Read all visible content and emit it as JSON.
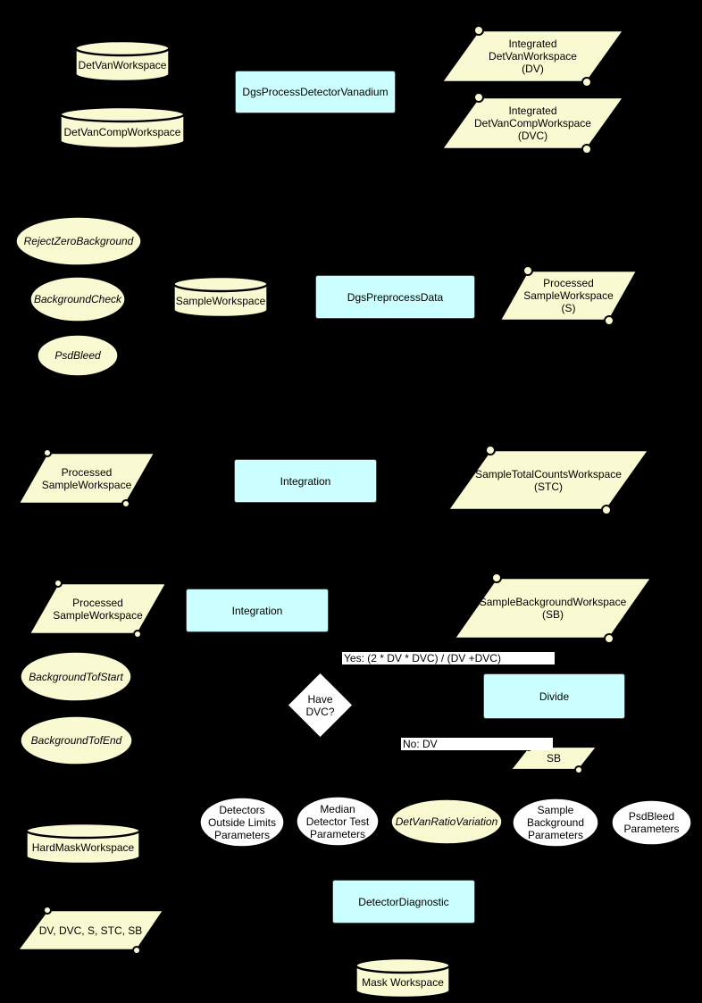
{
  "diagram": {
    "title_hint": "DGS detector diagnostics / data reduction flowchart",
    "background_color": "#000000",
    "colors": {
      "workspace_fill": "#FAFAD2",
      "process_fill": "#CCFFFF",
      "decision_fill": "#FFFFFF",
      "parameter_fill": "#FFFFFF",
      "stroke": "#000000",
      "edge_label_bg": "#FFFFFF"
    },
    "nodes": {
      "det_van_ws": {
        "type": "cylinder",
        "label": "DetVanWorkspace"
      },
      "det_van_comp_ws": {
        "type": "cylinder",
        "label": "DetVanCompWorkspace"
      },
      "dgs_process_det_van": {
        "type": "process",
        "label": "DgsProcessDetectorVanadium"
      },
      "int_dv": {
        "type": "data",
        "label": "Integrated\nDetVanWorkspace\n(DV)"
      },
      "int_dvc": {
        "type": "data",
        "label": "Integrated\nDetVanCompWorkspace\n(DVC)"
      },
      "reject_zero_background": {
        "type": "property",
        "label": "RejectZeroBackground"
      },
      "background_check": {
        "type": "property",
        "label": "BackgroundCheck"
      },
      "psd_bleed": {
        "type": "property",
        "label": "PsdBleed"
      },
      "sample_ws": {
        "type": "cylinder",
        "label": "SampleWorkspace"
      },
      "dgs_preprocess_data": {
        "type": "process",
        "label": "DgsPreprocessData"
      },
      "processed_sample_ws_s": {
        "type": "data",
        "label": "Processed\nSampleWorkspace\n(S)"
      },
      "processed_sample_ws_a": {
        "type": "data",
        "label": "Processed\nSampleWorkspace"
      },
      "integration_a": {
        "type": "process",
        "label": "Integration"
      },
      "sample_total_counts": {
        "type": "data",
        "label": "SampleTotalCountsWorkspace\n(STC)"
      },
      "processed_sample_ws_b": {
        "type": "data",
        "label": "Processed\nSampleWorkspace"
      },
      "integration_b": {
        "type": "process",
        "label": "Integration"
      },
      "sample_background_ws": {
        "type": "data",
        "label": "SampleBackgroundWorkspace\n(SB)"
      },
      "background_tof_start": {
        "type": "property",
        "label": "BackgroundTofStart"
      },
      "background_tof_end": {
        "type": "property",
        "label": "BackgroundTofEnd"
      },
      "have_dvc": {
        "type": "decision",
        "label": "Have\nDVC?"
      },
      "divide": {
        "type": "process",
        "label": "Divide"
      },
      "sb_small": {
        "type": "data",
        "label": "SB"
      },
      "detectors_outside_limits": {
        "type": "parameters",
        "label": "Detectors\nOutside Limits\nParameters"
      },
      "median_detector_test": {
        "type": "parameters",
        "label": "Median\nDetector Test\nParameters"
      },
      "det_van_ratio_variation": {
        "type": "property",
        "label": "DetVanRatioVariation"
      },
      "sample_background_params": {
        "type": "parameters",
        "label": "Sample\nBackground\nParameters"
      },
      "psd_bleed_params": {
        "type": "parameters",
        "label": "PsdBleed\nParameters"
      },
      "hard_mask_ws": {
        "type": "cylinder",
        "label": "HardMaskWorkspace"
      },
      "detector_diagnostic": {
        "type": "process",
        "label": "DetectorDiagnostic"
      },
      "dv_dvc_s_stc_sb": {
        "type": "data",
        "label": "DV, DVC, S, STC, SB"
      },
      "mask_ws": {
        "type": "cylinder",
        "label": "Mask Workspace"
      }
    },
    "edge_labels": {
      "yes": "Yes: (2 * DV * DVC) / (DV +DVC)",
      "no": "No: DV"
    }
  }
}
